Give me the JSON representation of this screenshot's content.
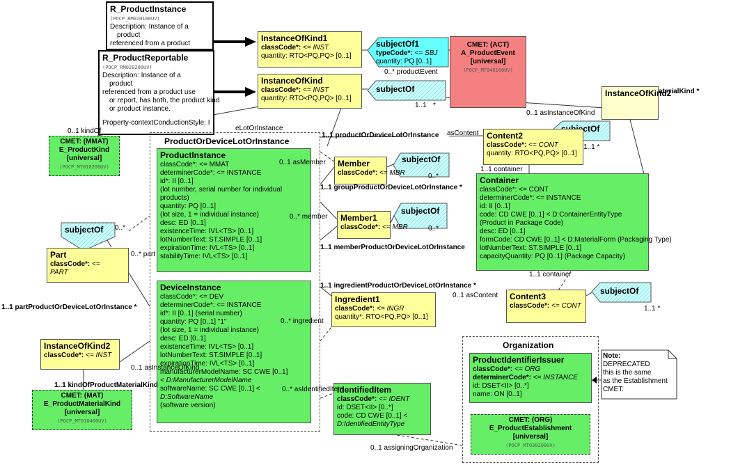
{
  "r_productinstance": {
    "title": "R_ProductInstance",
    "code": "(POCP_RM020100UV)",
    "desc1": "Description: Instance of a",
    "desc2": "product",
    "desc3": "referenced from a product"
  },
  "r_productreportable": {
    "title": "R_ProductReportable",
    "code": "(POCP_RM020200UV)",
    "desc1": "Description: Instance of a",
    "desc2": "product",
    "desc3": "referenced from a product use",
    "desc4": "or report, has both, the product kind",
    "desc5": "or product instance.",
    "style": "Property-contextConductionStyle: I"
  },
  "instanceofkind1": {
    "title": "InstanceOfKind1",
    "a1k": "classCode*:",
    "a1v": " <= INST",
    "a2": "quantity: RTO<PQ,PQ> [0..1]"
  },
  "instanceofkind": {
    "title": "InstanceOfKind",
    "a1k": "classCode*:",
    "a1v": " <= INST",
    "a2": "quantity: RTO<PQ,PQ> [0..1]"
  },
  "subjectof1": {
    "title": "subjectOf1",
    "a1k": "typeCode*:",
    "a1v": " <= SBJ",
    "a2": "quantity: PQ [0..1]"
  },
  "productevent": {
    "l1": "CMET: (ACT)",
    "l2": "A_ProductEvent",
    "l3": "[universal]",
    "code": "(POCP_MT040100UV)"
  },
  "subjectof_mid": {
    "title": "subjectOf"
  },
  "instanceofkind2_top": {
    "title": "InstanceOfKind2"
  },
  "cmet_productkind": {
    "l1": "CMET: (MMAT)",
    "l2": "E_ProductKind",
    "l3": "[universal]",
    "code": "(POCP_MT010200UV)"
  },
  "choice_title": "ProductOrDeviceLotOrInstance",
  "productinstance": {
    "title": "ProductInstance",
    "attrs": [
      "classCode*: <= MMAT",
      "determinerCode*: <= INSTANCE",
      "id*: II [0..1]",
      " (lot number, serial number for individual",
      "products)",
      "quantity: PQ [0..1]",
      " (lot size, 1 = individual instance)",
      "desc: ED [0..1]",
      "existenceTime: IVL<TS> [0..1]",
      "lotNumberText: ST.SIMPLE [0..1]",
      "expirationTime: IVL<TS> [0..1]",
      "stabilityTime: IVL<TS> [0..1]"
    ]
  },
  "deviceinstance": {
    "title": "DeviceInstance",
    "attrs": [
      "classCode*: <= DEV",
      "determinerCode*: <= INSTANCE",
      "id*: II [0..1] (serial number)",
      "quantity: PQ [0..1] \"1\"",
      " (lot size, 1 = individual instance)",
      "desc: ED [0..1]",
      "existenceTime: IVL<TS> [0..1]",
      "lotNumberText: ST.SIMPLE [0..1]",
      "expirationTime: IVL<TS> [0..1]",
      "manufacturerModelName: SC CWE [0..1]",
      " < D:ManufacturerModelName",
      "softwareName: SC CWE [0..1] <",
      "D:SoftwareName",
      " (software version)"
    ]
  },
  "subjectof_left": {
    "title": "subjectOf"
  },
  "part": {
    "title": "Part",
    "a1k": "classCode*:",
    "a1v": " <=",
    "a2": "PART"
  },
  "instanceofkind2_left": {
    "title": "InstanceOfKind2",
    "a1k": "classCode*:",
    "a1v": " <= INST"
  },
  "cmet_productmaterialkind": {
    "l1": "CMET: (MAT)",
    "l2": "E_ProductMaterialKind",
    "l3": "[universal]",
    "code": "(POCP_MT010400UV)"
  },
  "member": {
    "title": "Member",
    "a1k": "classCode*:",
    "a1v": " <= MBR"
  },
  "member1": {
    "title": "Member1",
    "a1k": "classCode*:",
    "a1v": " <= MBR"
  },
  "subjectof_member": {
    "title": "subjectOf"
  },
  "subjectof_member1": {
    "title": "subjectOf"
  },
  "ingredient1": {
    "title": "Ingredient1",
    "a1k": "classCode*:",
    "a1v": " <= INGR",
    "a2k": "quantity*:",
    "a2v": " RTO<PQ,PQ> [0..1]"
  },
  "identifieditem": {
    "title": "IdentifiedItem",
    "a1k": "classCode*:",
    "a1v": " <= IDENT",
    "a2": "id: DSET<II> [0..*]",
    "a3": "code: CD CWE [0..1] <",
    "a4": "D:IdentifiedEntityType"
  },
  "content2": {
    "title": "Content2",
    "a1k": "classCode*:",
    "a1v": " <= CONT",
    "a2": "quantity: RTO<PQ,PQ> [0..1]"
  },
  "subjectof_content2": {
    "title": "subjectOf"
  },
  "container": {
    "title": "Container",
    "attrs": [
      "classCode*: <= CONT",
      "determinerCode*: <= INSTANCE",
      "id: II [0..1]",
      "code: CD CWE [0..1] < D:ContainerEntityType",
      " (Product in Package Code)",
      "desc: ED [0..1]",
      "formCode: CD CWE [0..1] < D:MaterialForm (Packaging Type)",
      "lotNumberText: ST.SIMPLE [0..1]",
      "capacityQuantity: PQ [0..1] (Package Capacity)"
    ]
  },
  "content3": {
    "title": "Content3",
    "a1k": "classCode*:",
    "a1v": " <= CONT"
  },
  "subjectof_content3": {
    "title": "subjectOf"
  },
  "organization": {
    "title": "Organization"
  },
  "productidentifierissuer": {
    "title": "ProductIdentifierIssuer",
    "a1k": "classCode*:",
    "a1v": " <= ORG",
    "a2k": "determinerCode*:",
    "a2v": " <= INSTANCE",
    "a3": "id: DSET<II> [0..*]",
    "a4": "name: ON [0..1]"
  },
  "productestablishment": {
    "l1": "CMET: (ORG)",
    "l2": "E_ProductEstablishment",
    "l3": "[universal]",
    "code": "(POCP_MT030200UV)"
  },
  "note": {
    "l1": "Note:",
    "l2": "DEPRECATED",
    "l3": "this is the same",
    "l4": "as the Establishment",
    "l5": "CMET."
  },
  "labels": {
    "productEvent": "0..* productEvent",
    "m11a": "1..1",
    "star_a": "*",
    "asInstanceOfKind_top": "0..1 asInstanceOfKind",
    "materialKind": "aterialKind  *",
    "kindOf": "0..1 kindOf",
    "lotOrInstance_top": "eLotOrInstance",
    "productOrDevice_content": "1..1 productOrDeviceLotOrInstance",
    "asContent_top": "asContent",
    "asMember": "0..1 asMember",
    "star_member": "0..*",
    "groupProduct": "1..1 groupProductOrDeviceLotOrInstance  *",
    "member_label": "0..* member",
    "star_member1": "0..*",
    "memberProduct": "1..1 memberProductOrDeviceLotOrInstance",
    "ingredientProduct": "1..1 ingredientProductOrDeviceLotOrInstance  *",
    "ingredient_label": "0..* ingredient",
    "asContent_bottom": "0..1 asContent",
    "container_top": "1..1 container",
    "container_bottom": "1..1 container",
    "content2_mult": "1..1   *",
    "content3_mult": "1..1   *",
    "part_label": "0..* part",
    "star_part": "0..*",
    "partProduct": "1..1 partProductOrDeviceLotOrInstance  *",
    "asInstanceOfKind_left": "0..1 asInstanceOfKind",
    "kindOfProductMaterialKind": "1..1 kindOfProductMaterialKind",
    "asIdentifiedItem": "0..* asIdentifiedItem",
    "assigningOrganization": "0..1 assigningOrganization"
  }
}
